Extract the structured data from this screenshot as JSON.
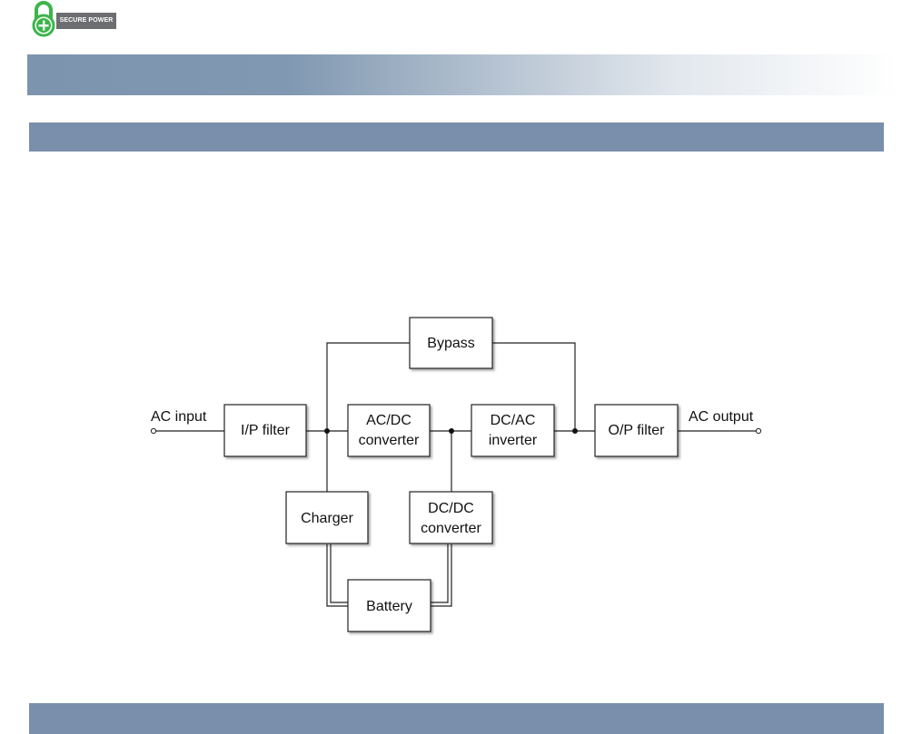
{
  "logo": {
    "text": "SECURE POWER"
  },
  "diagram": {
    "terminals": {
      "input": "AC input",
      "output": "AC output"
    },
    "blocks": {
      "bypass": [
        "Bypass"
      ],
      "ip_filter": [
        "I/P filter"
      ],
      "acdc": [
        "AC/DC",
        "converter"
      ],
      "dcac": [
        "DC/AC",
        "inverter"
      ],
      "op_filter": [
        "O/P filter"
      ],
      "charger": [
        "Charger"
      ],
      "dcdc": [
        "DC/DC",
        "converter"
      ],
      "battery": [
        "Battery"
      ]
    }
  },
  "colors": {
    "logo_green": "#3cb54a",
    "logo_text_bg": "#6d6e71",
    "band_blue": "#7a8fac"
  }
}
